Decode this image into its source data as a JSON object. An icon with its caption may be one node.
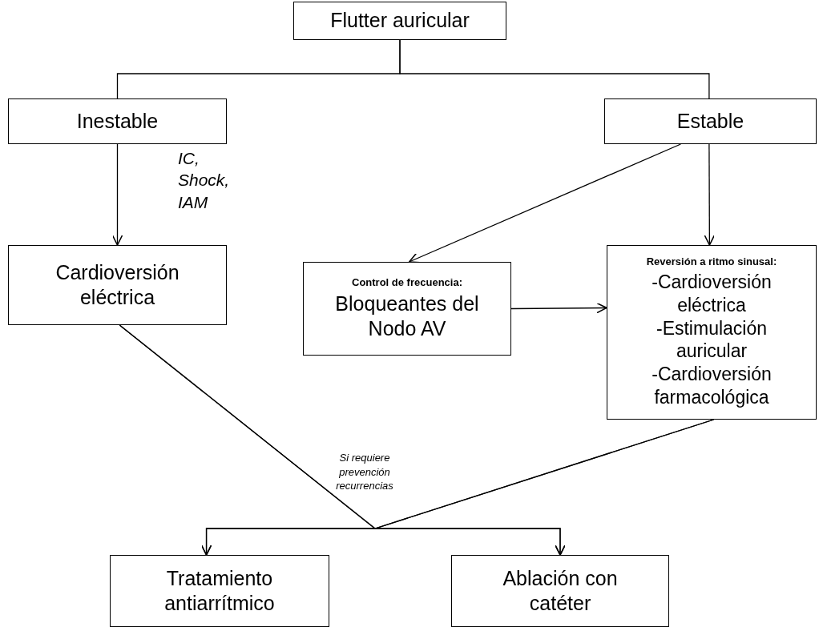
{
  "diagram": {
    "nodes": [
      {
        "text": [
          "Flutter auricular"
        ]
      },
      {
        "text": [
          "Inestable"
        ]
      },
      {
        "text": [
          "Estable"
        ]
      },
      {
        "text": [
          "Cardioversión eléctrica"
        ]
      },
      {
        "text": [
          "Control de frecuencia:",
          "Bloqueantes del Nodo AV"
        ]
      },
      {
        "text": [
          "Reversión a ritmo sinusal:",
          "-Cardioversión eléctrica",
          "-Estimulación auricular",
          "-Cardioversión farmacológica"
        ]
      },
      {
        "text": [
          "Tratamiento antiarrítmico"
        ]
      },
      {
        "text": [
          "Ablación con catéter"
        ]
      }
    ],
    "edges": [
      {
        "from": 0,
        "to": 1,
        "arrow": "none"
      },
      {
        "from": 0,
        "to": 2,
        "arrow": "none"
      },
      {
        "from": 1,
        "to": 3,
        "arrow": "to",
        "label": "IC, Shock, IAM"
      },
      {
        "from": 2,
        "to": 4,
        "arrow": "to"
      },
      {
        "from": 2,
        "to": 5,
        "arrow": "to"
      },
      {
        "from": 4,
        "to": 5,
        "arrow": "to"
      },
      {
        "from": 3,
        "to": 6,
        "arrow": "to"
      },
      {
        "from": 3,
        "to": 7,
        "arrow": "to"
      },
      {
        "from": 5,
        "to": 6,
        "arrow": "to"
      },
      {
        "from": 5,
        "to": 7,
        "arrow": "to"
      }
    ],
    "labels": [
      "Si requiere prevención recurrencias"
    ]
  }
}
